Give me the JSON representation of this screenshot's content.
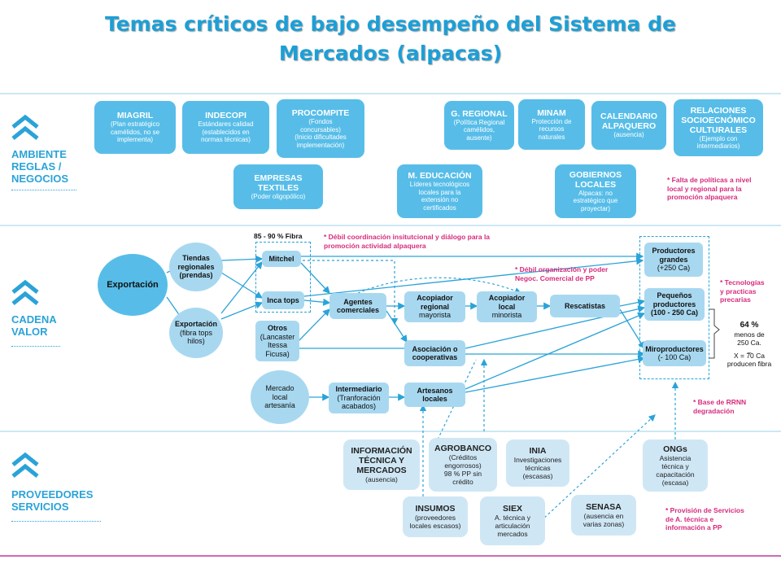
{
  "title": {
    "line1": "Temas críticos de bajo desempeño del Sistema de",
    "line2": "Mercados (alpacas)"
  },
  "sections": {
    "ambiente": {
      "line1": "AMBIENTE",
      "line2": "REGLAS /",
      "line3": "NEGOCIOS",
      "icon": "chevron-up-icon"
    },
    "cadena": {
      "line1": "CADENA",
      "line2": "VALOR",
      "icon": "chevron-up-icon"
    },
    "proveedores": {
      "line1": "PROVEEDORES",
      "line2": "SERVICIOS",
      "icon": "chevron-up-icon"
    }
  },
  "ambiente_boxes": {
    "miagril": {
      "name": "MIAGRIL",
      "d1": "(Plan estratégico",
      "d2": "camélidos, no se",
      "d3": "implementa)"
    },
    "indecopi": {
      "name": "INDECOPI",
      "d1": "Estándares calidad",
      "d2": "(establecidos en",
      "d3": "normas técnicas)"
    },
    "procompite": {
      "name": "PROCOMPITE",
      "d1": "(Fondos",
      "d2": "concursables)",
      "d3": "(Inicio dificultades",
      "d4": "implementación)"
    },
    "gregional": {
      "name": "G. REGIONAL",
      "d1": "(Política Regional",
      "d2": "camélidos,",
      "d3": "ausente)"
    },
    "minam": {
      "name": "MINAM",
      "d1": "Protección de",
      "d2": "recursos",
      "d3": "naturales"
    },
    "calendario": {
      "name1": "CALENDARIO",
      "name2": "ALPAQUERO",
      "d1": "(ausencia)"
    },
    "relaciones": {
      "name1": "RELACIONES",
      "name2": "SOCIOECNÓMICO",
      "name3": "CULTURALES",
      "d1": "(Ejemplo con",
      "d2": "intermediarios)"
    },
    "empresas": {
      "name1": "EMPRESAS",
      "name2": "TEXTILES",
      "d1": "(Poder oligopólico)"
    },
    "meducacion": {
      "name": "M. EDUCACIÓN",
      "d1": "Líderes tecnológicos",
      "d2": "locales para la",
      "d3": "extensión no",
      "d4": "certificados"
    },
    "gobiernos": {
      "name1": "GOBIERNOS",
      "name2": "LOCALES",
      "d1": "Alpacas: no",
      "d2": "estratégico que",
      "d3": "proyectar)"
    }
  },
  "notes": {
    "politicas": {
      "l1": "* Falta de políticas a nivel",
      "l2": "local y regional para la",
      "l3": "promoción alpaquera"
    },
    "coordinacion": {
      "l1": "* Débil coordinación insitutcional y diálogo para la",
      "l2": "promoción actividad alpaquera"
    },
    "organizacion": {
      "l1": "* Débil organización y poder",
      "l2": "Negoc. Comercial de PP"
    },
    "tecnologias": {
      "l1": "* Tecnologías",
      "l2": "y practicas",
      "l3": "precarias"
    },
    "rrnn": {
      "l1": "* Base de RRNN",
      "l2": "degradación"
    },
    "provision": {
      "l1": "* Provisión de Servicios",
      "l2": "de A. técnica e",
      "l3": "información a PP"
    }
  },
  "cadena": {
    "fibra_label": "85 - 90 % Fibra",
    "exportacion": "Exportación",
    "tiendas": {
      "l1": "Tiendas",
      "l2": "regionales",
      "l3": "(prendas)"
    },
    "exportacion2": {
      "l1": "Exportación",
      "l2": "(fibra tops",
      "l3": "hilos)"
    },
    "mercado": {
      "l1": "Mercado",
      "l2": "local",
      "l3": "artesanía"
    },
    "mitchel": "Mitchel",
    "incatops": "Inca tops",
    "otros": {
      "l1": "Otros",
      "l2": "(Lancaster",
      "l3": "Itessa",
      "l4": "Ficusa)"
    },
    "agentes": {
      "l1": "Agentes",
      "l2": "comerciales"
    },
    "acopiador_regional": {
      "l1": "Acopiador",
      "l2": "regional",
      "l3": "mayorista"
    },
    "acopiador_local": {
      "l1": "Acopiador",
      "l2": "local",
      "l3": "minorista"
    },
    "rescatistas": "Rescatistas",
    "asociacion": {
      "l1": "Asociación o",
      "l2": "cooperativas"
    },
    "intermediario": {
      "l1": "Intermediario",
      "l2": "(Tranforación",
      "l3": "acabados)"
    },
    "artesanos": {
      "l1": "Artesanos",
      "l2": "locales"
    },
    "productores_grandes": {
      "l1": "Productores",
      "l2": "grandes",
      "l3": "(+250 Ca)"
    },
    "pequenos": {
      "l1": "Pequeños",
      "l2": "productores",
      "l3": "(100 - 250 Ca)"
    },
    "miro": {
      "l1": "Miroproductores",
      "l2": "(- 100 Ca)"
    },
    "stats": {
      "l1": "64 %",
      "l2": "menos de",
      "l3": "250 Ca.",
      "l4": "_",
      "l5": "X = 70 Ca",
      "l6": "producen fibra"
    }
  },
  "servicios": {
    "informacion": {
      "l1": "INFORMACIÓN",
      "l2": "TÉCNICA Y",
      "l3": "MERCADOS",
      "l4": "(ausencia)"
    },
    "agrobanco": {
      "l1": "AGROBANCO",
      "l2": "(Créditos",
      "l3": "engorrosos)",
      "l4": "98 % PP sin",
      "l5": "crédito"
    },
    "inia": {
      "l1": "INIA",
      "l2": "Investigaciones",
      "l3": "técnicas",
      "l4": "(escasas)"
    },
    "ongs": {
      "l1": "ONGs",
      "l2": "Asistencia",
      "l3": "técnica y",
      "l4": "capacitación",
      "l5": "(escasa)"
    },
    "insumos": {
      "l1": "INSUMOS",
      "l2": "(proveedores",
      "l3": "locales escasos)"
    },
    "siex": {
      "l1": "SIEX",
      "l2": "A. técnica y",
      "l3": "articulación",
      "l4": "mercados"
    },
    "senasa": {
      "l1": "SENASA",
      "l2": "(ausencia en",
      "l3": "varias zonas)"
    }
  },
  "colors": {
    "title": "#1d9fd6",
    "section": "#2aa3d8",
    "box": "#57bde8",
    "node": "#a8d8f0",
    "note": "#d62b7c",
    "divider_bottom": "#c2389a"
  }
}
